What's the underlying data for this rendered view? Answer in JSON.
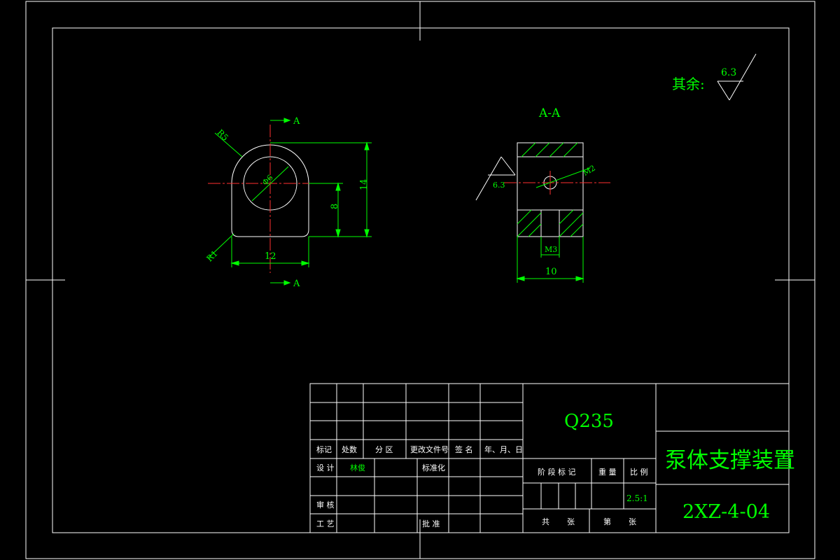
{
  "colors": {
    "background": "#000000",
    "line": "#ffffff",
    "dimension": "#00ff00",
    "centerline": "#ff3030"
  },
  "drawing": {
    "roughness_note": {
      "label": "其余:",
      "value": "6.3"
    },
    "front_view": {
      "section_mark_top": "A",
      "section_mark_bottom": "A",
      "dim_r5": "R5",
      "dim_phi6": "Φ6",
      "dim_r1": "R1",
      "dim_width": "12",
      "dim_height": "14",
      "dim_center": "8"
    },
    "section_view": {
      "title": "A-A",
      "roughness": "6.3",
      "dim_m2": "M2",
      "dim_m3": "M3",
      "dim_width": "10"
    }
  },
  "title_block": {
    "material": "Q235",
    "part_name": "泵体支撑装置",
    "drawing_number": "2XZ-4-04",
    "headers": {
      "mark": "标记",
      "count": "处数",
      "zone": "分 区",
      "doc": "更改文件号",
      "sign": "签 名",
      "date": "年、月、日"
    },
    "design": "设 计",
    "designer": "林俊",
    "standard": "标准化",
    "review": "审 核",
    "process": "工 艺",
    "approve": "批 准",
    "stage_mark": "阶 段 标 记",
    "weight": "重 量",
    "scale": "比 例",
    "scale_value": "2.5:1",
    "total": "共",
    "sheets": "张",
    "page": "第",
    "sheet2": "张"
  }
}
